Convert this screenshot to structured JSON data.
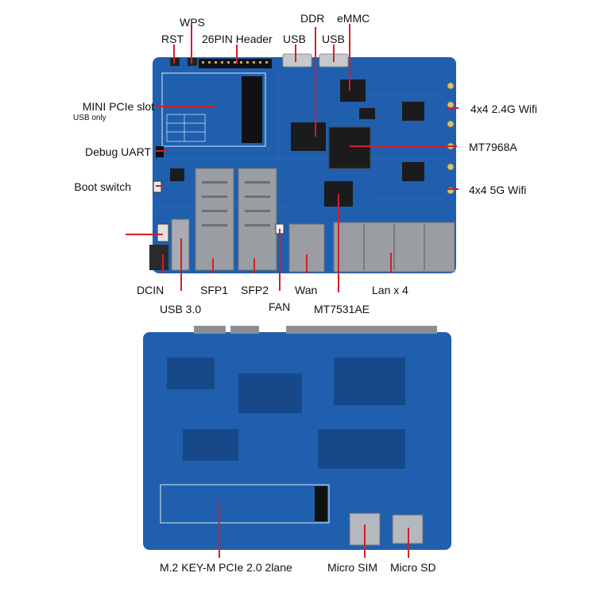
{
  "colors": {
    "pcb": "#1f5fae",
    "pcb_dark": "#17498a",
    "chip": "#1b1b1e",
    "metal": "#9a9ea3",
    "metal_dark": "#6d7176",
    "accent_red": "#d0202a",
    "silk": "#dfe8f3",
    "gold": "#c9a94a"
  },
  "top_board": {
    "labels": {
      "wps": "WPS",
      "rst": "RST",
      "header": "26PIN Header",
      "usb_left": "USB",
      "ddr": "DDR",
      "emmc": "eMMC",
      "usb_right": "USB",
      "mini_pcie": "MINI PCIe slot",
      "mini_pcie_note": "USB only",
      "debug_uart": "Debug UART",
      "boot_switch": "Boot switch",
      "wifi_24": "4x4 2.4G Wifi",
      "soc": "MT7968A",
      "wifi_5": "4x4 5G Wifi",
      "dcin": "DCIN",
      "usb3": "USB 3.0",
      "sfp1": "SFP1",
      "sfp2": "SFP2",
      "fan": "FAN",
      "wan": "Wan",
      "switch_chip": "MT7531AE",
      "lan": "Lan x 4"
    }
  },
  "bottom_board": {
    "labels": {
      "m2": "M.2 KEY-M PCIe 2.0 2lane",
      "micro_sim": "Micro SIM",
      "micro_sd": "Micro SD"
    }
  }
}
